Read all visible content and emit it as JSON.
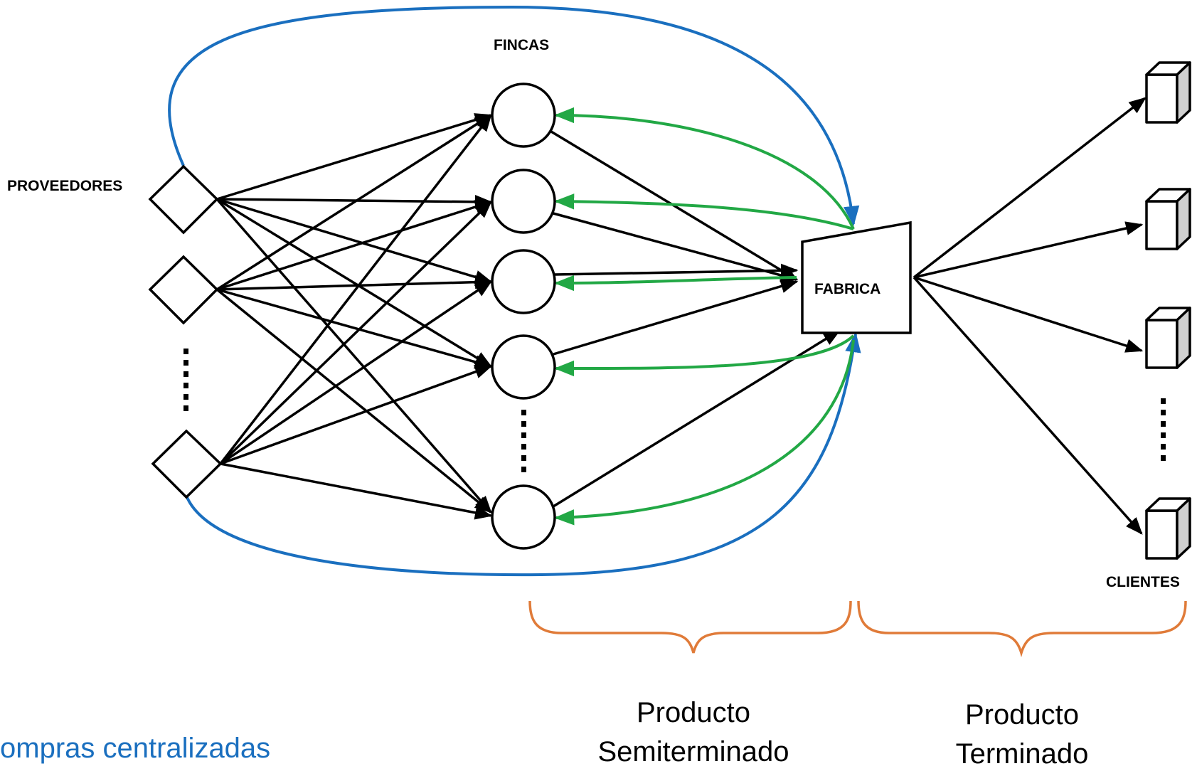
{
  "labels": {
    "proveedores": "PROVEEDORES",
    "fincas": "FINCAS",
    "fabrica": "FABRICA",
    "clientes": "CLIENTES",
    "semi_line1": "Producto",
    "semi_line2": "Semiterminado",
    "term_line1": "Producto",
    "term_line2": "Terminado",
    "footnote": "ompras centralizadas"
  },
  "colors": {
    "edge": "#000000",
    "centralized_purchase": "#1a6fbf",
    "return_flow": "#22a845",
    "brace": "#e07b39",
    "footnote": "#1a6fbf"
  },
  "icons": {
    "proveedor": "diamond-node",
    "finca": "circle-node",
    "fabrica": "trapezoid-factory",
    "cliente": "cube-node",
    "ellipsis": "vertical-dots"
  },
  "counts": {
    "proveedores_shown": 3,
    "fincas_shown": 5,
    "clientes_shown": 4
  }
}
